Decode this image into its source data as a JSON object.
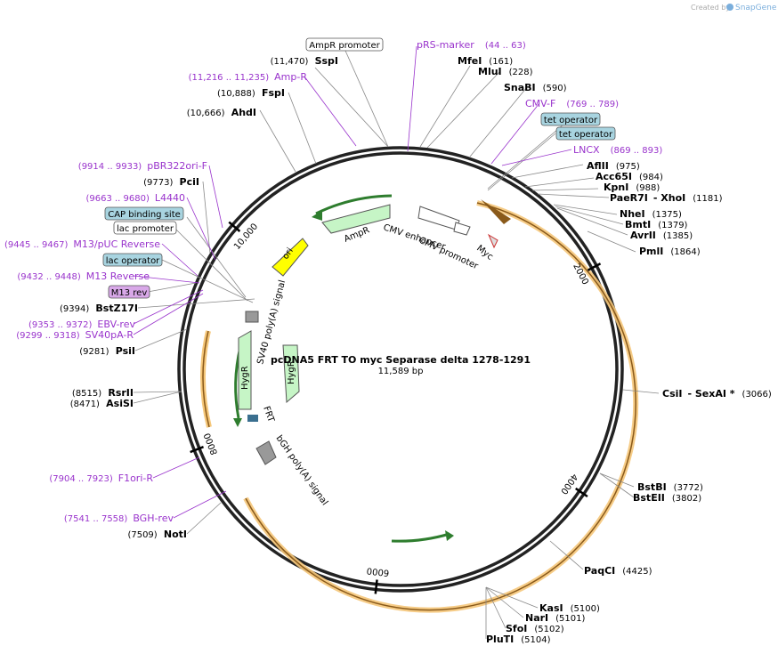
{
  "header": {
    "created_by": "Created by",
    "brand": "SnapGene"
  },
  "map": {
    "name": "pcDNA5 FRT TO myc Separase  delta 1278-1291",
    "size": "11,589 bp",
    "total_bp": 11589,
    "colors": {
      "primer": "#9933cc",
      "feature_arrow": "#c6f5c6",
      "ori": "#ffff00",
      "orf": "#f5c77a",
      "terminator": "#999999"
    }
  },
  "enzymes_right": [
    {
      "name": "MfeI",
      "pos": "(161)"
    },
    {
      "name": "MluI",
      "pos": "(228)"
    },
    {
      "name": "SnaBI",
      "pos": "(590)"
    },
    {
      "name": "AflII",
      "pos": "(975)"
    },
    {
      "name": "Acc65I",
      "pos": "(984)"
    },
    {
      "name": "KpnI",
      "pos": "(988)"
    },
    {
      "name": "PaeR7I",
      "extra": "- XhoI",
      "pos": "(1181)"
    },
    {
      "name": "NheI",
      "pos": "(1375)"
    },
    {
      "name": "BmtI",
      "pos": "(1379)"
    },
    {
      "name": "AvrII",
      "pos": "(1385)"
    },
    {
      "name": "PmlI",
      "pos": "(1864)"
    },
    {
      "name": "CsiI",
      "extra": "- SexAI *",
      "pos": "(3066)"
    },
    {
      "name": "BstBI",
      "pos": "(3772)"
    },
    {
      "name": "BstEII",
      "pos": "(3802)"
    },
    {
      "name": "PaqCI",
      "pos": "(4425)"
    },
    {
      "name": "KasI",
      "pos": "(5100)"
    },
    {
      "name": "NarI",
      "pos": "(5101)"
    },
    {
      "name": "SfoI",
      "pos": "(5102)"
    },
    {
      "name": "PluTI",
      "pos": "(5104)"
    }
  ],
  "enzymes_left": [
    {
      "name": "SspI",
      "pos": "(11,470)"
    },
    {
      "name": "FspI",
      "pos": "(10,888)"
    },
    {
      "name": "AhdI",
      "pos": "(10,666)"
    },
    {
      "name": "PciI",
      "pos": "(9773)"
    },
    {
      "name": "BstZ17I",
      "pos": "(9394)"
    },
    {
      "name": "PsiI",
      "pos": "(9281)"
    },
    {
      "name": "RsrII",
      "pos": "(8515)"
    },
    {
      "name": "AsiSI",
      "pos": "(8471)"
    },
    {
      "name": "NotI",
      "pos": "(7509)"
    }
  ],
  "primers": [
    {
      "name": "pRS-marker",
      "range": "(44 .. 63)"
    },
    {
      "name": "CMV-F",
      "range": "(769 .. 789)"
    },
    {
      "name": "LNCX",
      "range": "(869 .. 893)"
    },
    {
      "name": "Amp-R",
      "range": "(11,216 .. 11,235)"
    },
    {
      "name": "pBR322ori-F",
      "range": "(9914 .. 9933)"
    },
    {
      "name": "L4440",
      "range": "(9663 .. 9680)"
    },
    {
      "name": "M13/pUC Reverse",
      "range": "(9445 .. 9467)"
    },
    {
      "name": "M13 Reverse",
      "range": "(9432 .. 9448)"
    },
    {
      "name": "EBV-rev",
      "range": "(9353 .. 9372)"
    },
    {
      "name": "SV40pA-R",
      "range": "(9299 .. 9318)"
    },
    {
      "name": "F1ori-R",
      "range": "(7904 .. 7923)"
    },
    {
      "name": "BGH-rev",
      "range": "(7541 .. 7558)"
    }
  ],
  "boxed": {
    "ampr_promoter": "AmpR promoter",
    "tet_operator_1": "tet operator",
    "tet_operator_2": "tet operator",
    "cap_site": "CAP binding site",
    "lac_promoter": "lac promoter",
    "lac_operator": "lac operator",
    "m13_rev": "M13 rev"
  },
  "features": {
    "ampr": "AmpR",
    "cmv_enhancer": "CMV enhancer",
    "cmv_promoter": "CMV promoter",
    "myc": "Myc",
    "ori": "ori",
    "sv40": "SV40 poly(A) signal",
    "hygr_outer": "HygR",
    "hygr_inner": "HygR",
    "frt": "FRT",
    "bgh": "bGH poly(A) signal"
  },
  "ticks": [
    {
      "label": "2000",
      "bp": 2000
    },
    {
      "label": "4000",
      "bp": 4000
    },
    {
      "label": "6000",
      "bp": 6000
    },
    {
      "label": "8000",
      "bp": 8000
    },
    {
      "label": "10,000",
      "bp": 10000
    }
  ]
}
